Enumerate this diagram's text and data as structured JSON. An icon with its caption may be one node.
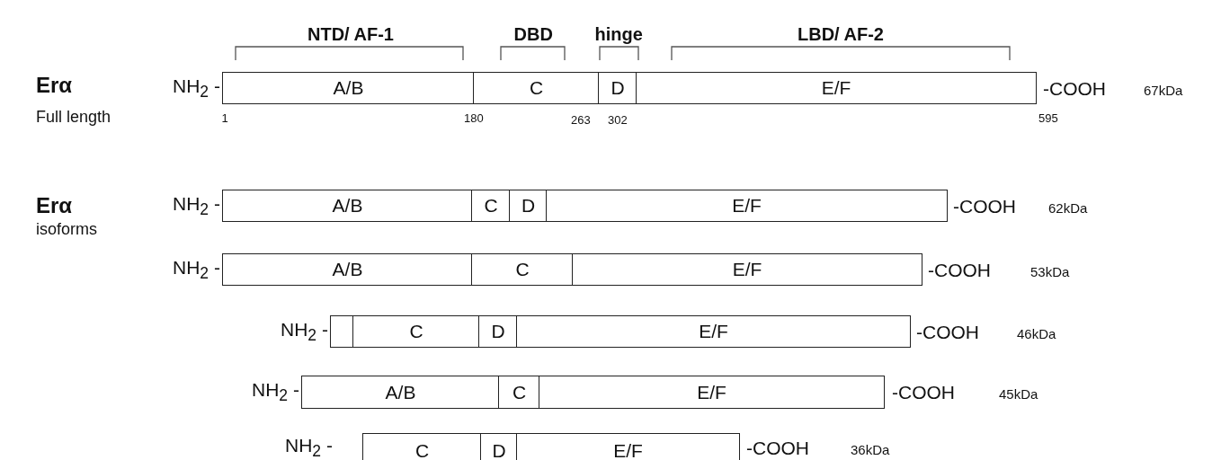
{
  "diagram": {
    "nodes": [
      {
        "text": [
          "A/B"
        ]
      },
      {
        "text": [
          "C"
        ]
      },
      {
        "text": [
          "D"
        ]
      },
      {
        "text": [
          "E/F"
        ]
      },
      {
        "text": [
          "A/B"
        ]
      },
      {
        "text": [
          "C"
        ]
      },
      {
        "text": [
          "D"
        ]
      },
      {
        "text": [
          "E/F"
        ]
      },
      {
        "text": [
          "A/B"
        ]
      },
      {
        "text": [
          "C"
        ]
      },
      {
        "text": [
          "E/F"
        ]
      },
      {
        "text": [],
        "shape": "box"
      },
      {
        "text": [
          "C"
        ]
      },
      {
        "text": [
          "D"
        ]
      },
      {
        "text": [
          "E/F"
        ]
      },
      {
        "text": [
          "A/B"
        ]
      },
      {
        "text": [
          "C"
        ]
      },
      {
        "text": [
          "E/F"
        ]
      },
      {
        "text": [
          "C"
        ]
      },
      {
        "text": [
          "D"
        ]
      },
      {
        "text": [
          "E/F"
        ]
      }
    ],
    "labels": [
      "NTD/ AF-1",
      "DBD",
      "hinge",
      "LBD/ AF-2",
      "Erα",
      "Full length",
      "NH$_{2}$ -",
      "-COOH",
      "67kDa",
      "1",
      "180",
      "263",
      "302",
      "595",
      "Erα",
      "isoforms",
      "NH$_{2}$ -",
      "-COOH",
      "62kDa",
      "NH$_{2}$ -",
      "-COOH",
      "53kDa",
      "NH$_{2}$ -",
      "-COOH",
      "46kDa",
      "NH$_{2}$ -",
      "-COOH",
      "45kDa",
      "NH$_{2}$ -",
      "-COOH",
      "36kDa"
    ]
  }
}
